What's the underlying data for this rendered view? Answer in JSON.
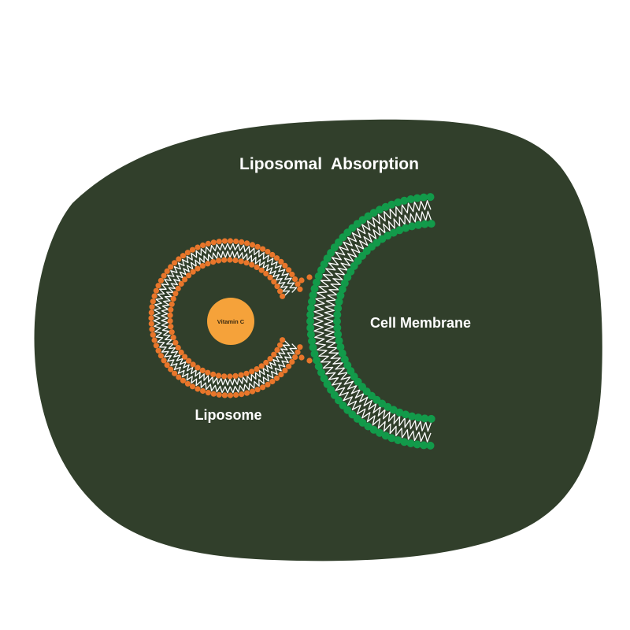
{
  "title": "Liposomal  Absorption",
  "labels": {
    "liposome": "Liposome",
    "cell_membrane": "Cell Membrane",
    "vitamin": "Vitamin C"
  },
  "colors": {
    "page_background": "#ffffff",
    "blob_background": "#313f2b",
    "liposome_heads": "#e8762b",
    "membrane_heads": "#129a4a",
    "lipid_tails": "#ffffff",
    "vitamin_fill": "#f5a23a",
    "text": "#ffffff",
    "vitamin_text": "#3a2a10"
  },
  "icons": {
    "liposome": "liposome-bilayer-icon",
    "membrane": "cell-membrane-bilayer-icon",
    "vitamin": "vitamin-c-molecule-icon"
  }
}
